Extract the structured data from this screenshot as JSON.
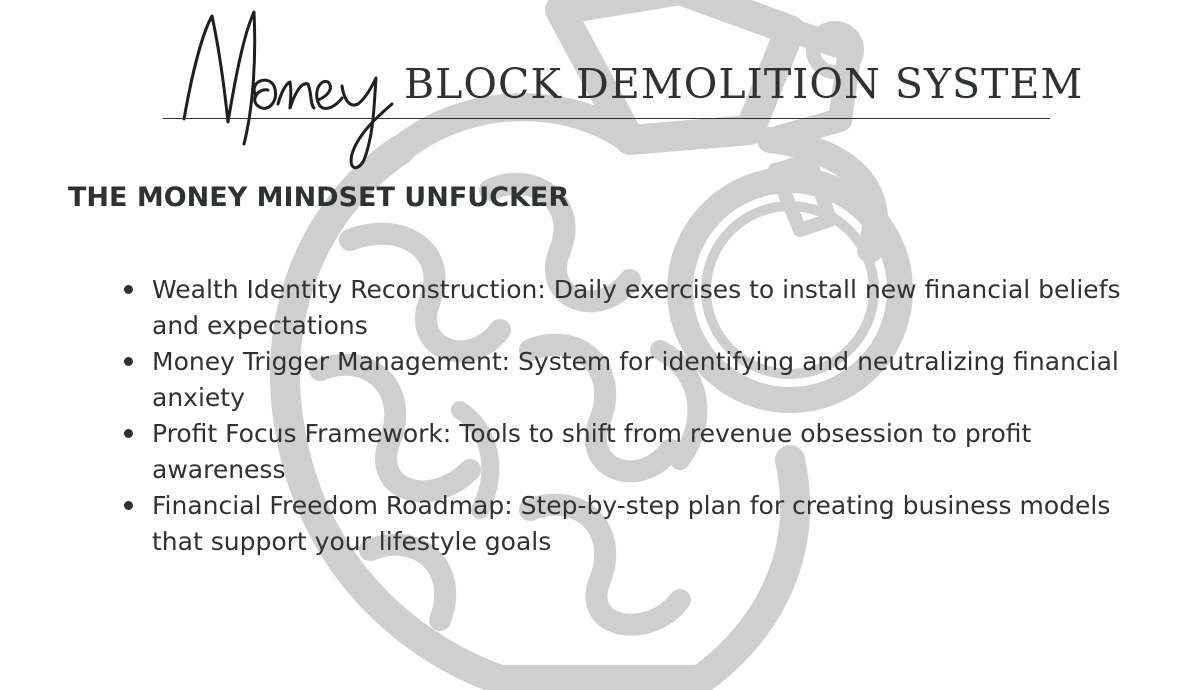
{
  "header": {
    "script_word": "Money",
    "title": "BLOCK DEMOLITION SYSTEM"
  },
  "section": {
    "heading": "THE MONEY MINDSET UNFUCKER"
  },
  "bullets": [
    "Wealth Identity Reconstruction: Daily exercises to install new financial beliefs and expectations",
    "Money Trigger Management: System for identifying and neutralizing financial anxiety",
    "Profit Focus Framework: Tools to shift from revenue obsession to profit awareness",
    "Financial Freedom Roadmap: Step-by-step plan for creating business models that support your lifestyle goals"
  ],
  "background": {
    "illustration": "grenade-brain-illustration"
  },
  "colors": {
    "text": "#2e3330",
    "illustration": "#c9c9c9",
    "background": "#ffffff"
  }
}
